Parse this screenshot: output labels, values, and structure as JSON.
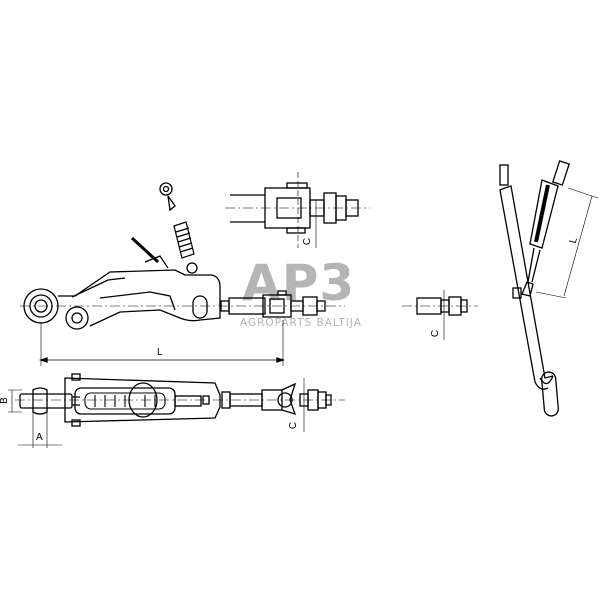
{
  "diagram": {
    "subject": "Stabilizer / top link technical drawing with dimension callouts",
    "views": [
      {
        "name": "side-view-main",
        "dimension_labels": [
          "L"
        ]
      },
      {
        "name": "clevis-detail-top",
        "dimension_labels": [
          "C"
        ]
      },
      {
        "name": "top-view-main",
        "dimension_labels": [
          "A",
          "B",
          "C"
        ]
      },
      {
        "name": "pin-end-detail",
        "dimension_labels": [
          "C"
        ]
      },
      {
        "name": "mounted-view-angled",
        "dimension_labels": [
          "L"
        ]
      }
    ]
  },
  "labels": {
    "side_L": "L",
    "clevis_C": "C",
    "top_A": "A",
    "top_B": "B",
    "top_C": "C",
    "pin_C": "C",
    "angled_L": "L"
  },
  "watermark": {
    "logo": "AP3",
    "text": "AGROPARTS BALTIJA",
    "color": "#b5b5b5"
  },
  "colors": {
    "line": "#000000",
    "background": "#ffffff"
  }
}
